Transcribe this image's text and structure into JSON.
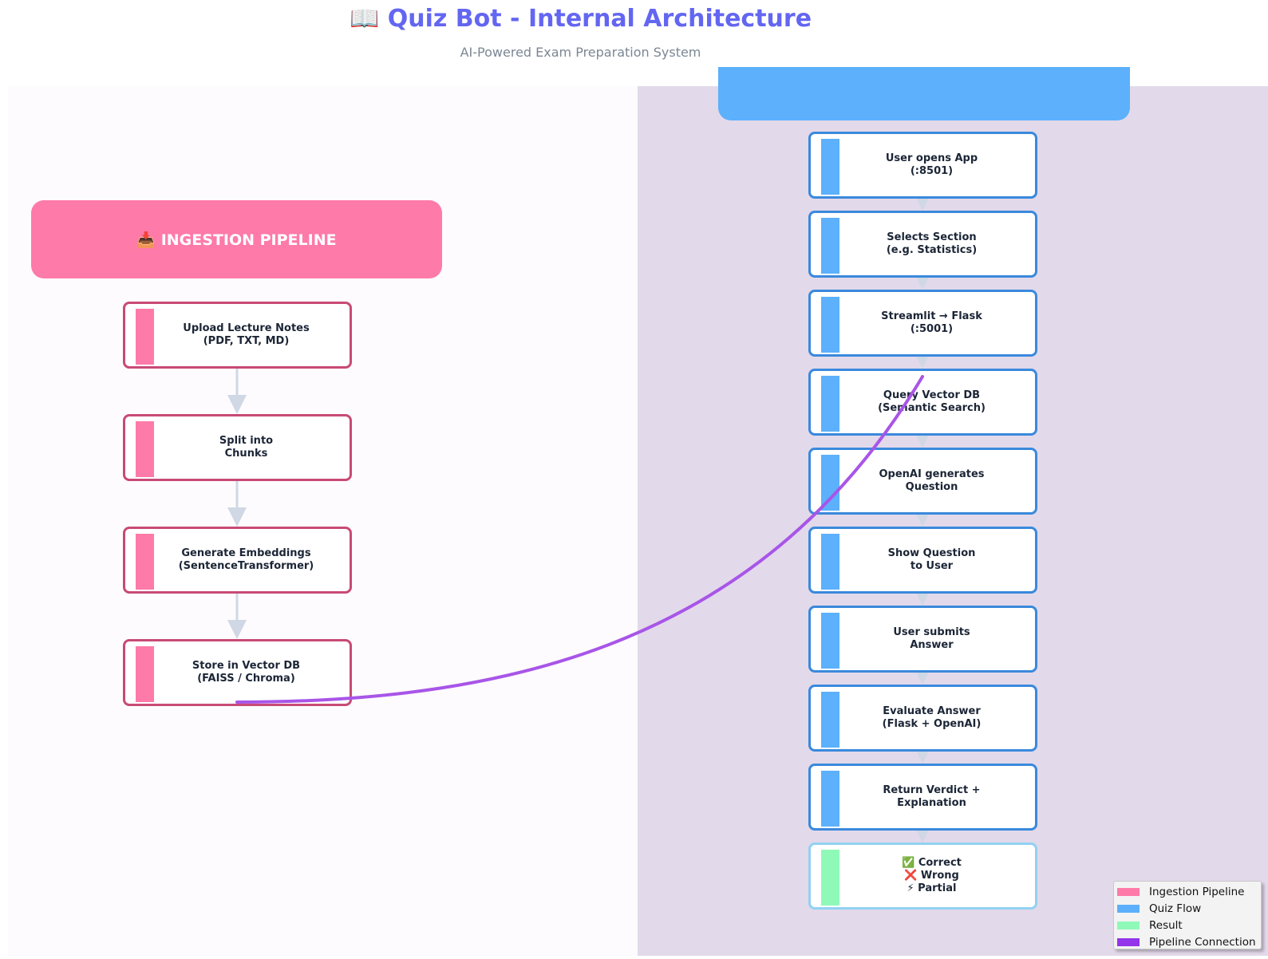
{
  "header": {
    "title": "📖 Quiz Bot - Internal Architecture",
    "subtitle": "AI-Powered Exam Preparation System"
  },
  "ingestion": {
    "title": "📥 INGESTION PIPELINE",
    "color": "#fe7aa8",
    "border_color": "#c84a75",
    "steps": [
      "Upload Lecture Notes\n(PDF, TXT, MD)",
      "Split into\nChunks",
      "Generate Embeddings\n(SentenceTransformer)",
      "Store in Vector DB\n(FAISS / Chroma)"
    ]
  },
  "quiz_flow": {
    "color": "#5cb0fc",
    "border_color": "#3a89dc",
    "steps": [
      "User opens App\n(:8501)",
      "Selects Section\n(e.g. Statistics)",
      "Streamlit → Flask\n(:5001)",
      "Query Vector DB\n(Semantic Search)",
      "OpenAI generates\nQuestion",
      "Show Question\nto User",
      "User submits\nAnswer",
      "Evaluate Answer\n(Flask + OpenAI)",
      "Return Verdict +\nExplanation"
    ],
    "result": "✅ Correct\n❌ Wrong\n⚡ Partial"
  },
  "connection_color": "#a855e8",
  "legend": [
    {
      "label": "Ingestion Pipeline",
      "color": "#fe7aa8"
    },
    {
      "label": "Quiz Flow",
      "color": "#5cb0fc"
    },
    {
      "label": "Result",
      "color": "#8ff9b8"
    },
    {
      "label": "Pipeline Connection",
      "color": "#9333ea"
    }
  ]
}
